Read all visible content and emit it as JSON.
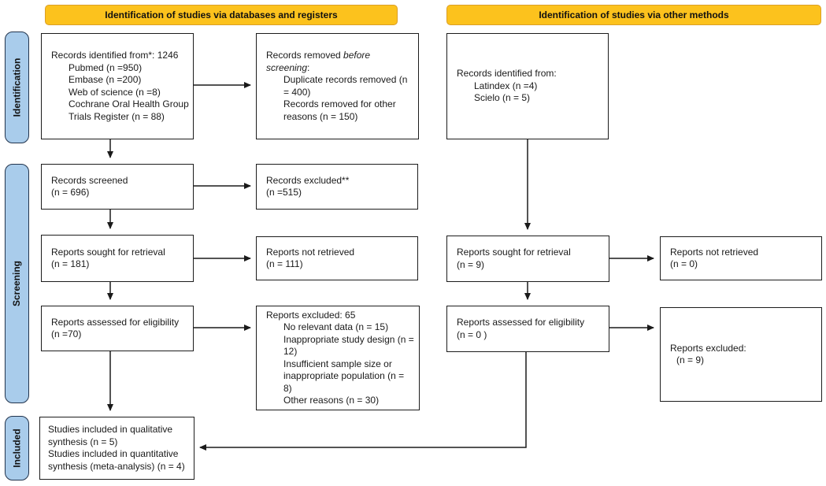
{
  "headers": {
    "databases": "Identification of studies via databases and registers",
    "other": "Identification of studies via other methods"
  },
  "stages": {
    "identification": "Identification",
    "screening": "Screening",
    "included": "Included"
  },
  "colors": {
    "header_bg": "#FCC21D",
    "header_border": "#DB9F27",
    "stage_bg": "#A9CCEB",
    "stage_border": "#22344D",
    "box_border": "#1C1C1C",
    "arrow": "#1A1A1A"
  },
  "boxes": {
    "db_identified": {
      "title": "Records identified from*: 1246",
      "items": [
        "Pubmed (n =950)",
        "Embase (n =200)",
        "Web of science (n =8)",
        "Cochrane Oral Health Group Trials Register (n = 88)"
      ]
    },
    "db_removed": {
      "t1": "Records removed ",
      "t2_italic": "before screening",
      "t3": ":",
      "items": [
        "Duplicate records removed (n = 400)",
        "Records removed for other reasons (n = 150)"
      ]
    },
    "records_screened": {
      "line1": "Records screened",
      "line2": "(n = 696)"
    },
    "records_excluded": {
      "line1": "Records excluded**",
      "line2": "(n =515)"
    },
    "reports_sought_db": {
      "line1": "Reports sought for retrieval",
      "line2": "(n = 181)"
    },
    "reports_not_retrieved_db": {
      "line1": "Reports not retrieved",
      "line2": "(n = 111)"
    },
    "reports_assessed_db": {
      "line1": "Reports assessed for eligibility",
      "line2": "(n =70)"
    },
    "reports_excluded_db": {
      "title": "Reports excluded: 65",
      "items": [
        "No relevant data (n = 15)",
        "Inappropriate study design (n = 12)",
        "Insufficient sample size or inappropriate population (n = 8)",
        "Other reasons (n = 30)"
      ]
    },
    "studies_included": {
      "line1": "Studies included in qualitative synthesis (n = 5)",
      "line2": "Studies included in quantitative synthesis (meta-analysis) (n = 4)"
    },
    "other_identified": {
      "title": "Records identified from:",
      "items": [
        "Latindex (n =4)",
        "Scielo (n = 5)"
      ]
    },
    "reports_sought_other": {
      "line1": "Reports sought for retrieval",
      "line2": "(n = 9)"
    },
    "reports_not_retrieved_other": {
      "line1": "Reports not retrieved",
      "line2": "(n = 0)"
    },
    "reports_assessed_other": {
      "line1": "Reports assessed for eligibility",
      "line2": "(n = 0 )"
    },
    "reports_excluded_other": {
      "line1": "Reports excluded:",
      "line2": "(n = 9)"
    }
  }
}
